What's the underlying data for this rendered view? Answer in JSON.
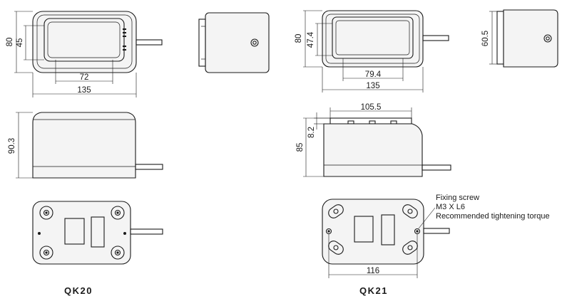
{
  "models": {
    "left": {
      "name": "QK20"
    },
    "right": {
      "name": "QK21"
    }
  },
  "dimensions": {
    "qk20": {
      "height_top": "80",
      "window_height": "45",
      "window_width": "72",
      "width": "135",
      "front_height": "90.3"
    },
    "qk21": {
      "height_top": "80",
      "window_height": "47.4",
      "window_width": "79.4",
      "width": "135",
      "side_height": "60.5",
      "top_width": "105.5",
      "cap_height": "8.2",
      "front_height": "85",
      "hole_spacing": "116"
    }
  },
  "note": {
    "line1": "Fixing screw",
    "line2": "M3 X L6",
    "line3": "Recommended tightening torque"
  }
}
